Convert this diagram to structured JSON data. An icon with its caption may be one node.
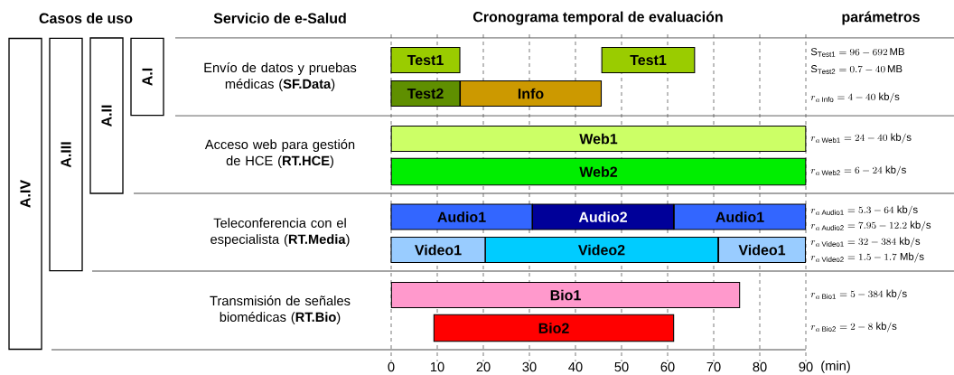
{
  "diagram": {
    "nodes": [
      {
        "text": [
          "A.IV"
        ]
      },
      {
        "text": [
          "A.III"
        ]
      },
      {
        "text": [
          "A.II"
        ]
      },
      {
        "text": [
          "A.I"
        ]
      },
      {
        "text": [
          "Test1"
        ]
      },
      {
        "text": [
          "Test1"
        ]
      },
      {
        "text": [
          "Test2"
        ]
      },
      {
        "text": [
          "Info"
        ]
      },
      {
        "text": [
          "Web1"
        ]
      },
      {
        "text": [
          "Web2"
        ]
      },
      {
        "text": [
          "Audio1"
        ]
      },
      {
        "text": [
          "Audio2"
        ]
      },
      {
        "text": [
          "Audio1"
        ]
      },
      {
        "text": [
          "Video1"
        ]
      },
      {
        "text": [
          "Video2"
        ]
      },
      {
        "text": [
          "Video1"
        ]
      },
      {
        "text": [
          "Bio1"
        ]
      },
      {
        "text": [
          "Bio2"
        ]
      }
    ],
    "labels": [
      "Casos de uso",
      "Servicio de e-Salud",
      "Cronograma temporal de evaluación",
      "parámetros",
      "Envío de datos y pruebas médicas (**SF.Data**)",
      "\\mathrm{S}_{\\mathrm{Test1}} = 96 - 692\\,\\mathrm{MB}",
      "\\mathrm{S}_{\\mathrm{Test2}} = 0.7 - 40\\,\\mathrm{MB}",
      "r_{a\\,\\mathrm{Info}} = 4 - 40\\ \\mathrm{kb/s}",
      "Acceso web para gestión de HCE (**RT.HCE**)",
      "r_{a\\,\\mathrm{Web1}} = 24 - 40\\ \\mathrm{kb/s}",
      "r_{a\\,\\mathrm{Web2}} = 6 - 24\\ \\mathrm{kb/s}",
      "Teleconferencia con el especialista (**RT.Media**)",
      "r_{a\\,\\mathrm{Audio1}} = 5.3 - 64\\ \\mathrm{kb/s}",
      "r_{a\\,\\mathrm{Audio2}} = 7.95 - 12.2\\ \\mathrm{kb/s}",
      "r_{a\\,\\mathrm{Video1}} = 32 - 384\\ \\mathrm{kb/s}",
      "r_{a\\,\\mathrm{Video2}} = 1.5 - 1.7\\ \\mathrm{Mb/s}",
      "Transmisión de señales biomédicas (**RT.Bio**)",
      "r_{a\\,\\mathrm{Bio1}} = 5 - 384\\ \\mathrm{kb/s}",
      "r_{a\\,\\mathrm{Bio2}} = 2 - 8\\ \\mathrm{kb/s}",
      "0",
      "10",
      "20",
      "30",
      "40",
      "50",
      "60",
      "70",
      "80",
      "90",
      "(min)"
    ]
  }
}
